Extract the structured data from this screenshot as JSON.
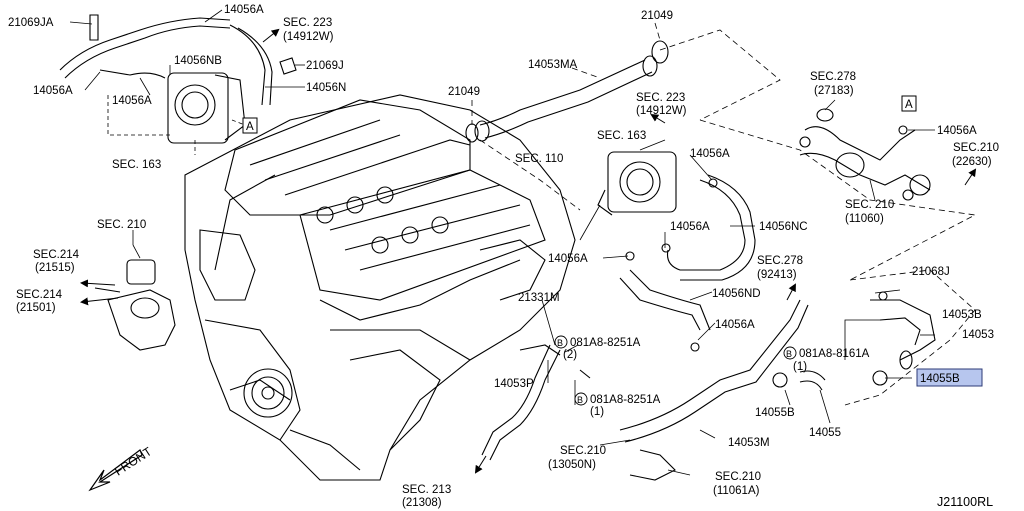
{
  "diagram_code": "J21100RL",
  "front_label": "FRONT",
  "highlighted_part": "14055B",
  "highlight_color": "#b7c6ee",
  "marker_a": "A",
  "labels": {
    "l_21069JA": "21069JA",
    "l_14056A_top": "14056A",
    "l_sec223_top": "SEC. 223",
    "l_sec223_top_sub": "(14912W)",
    "l_14056NB": "14056NB",
    "l_21069J": "21069J",
    "l_14056A_left": "14056A",
    "l_14056A_left2": "14056A",
    "l_14056N": "14056N",
    "l_sec163_left": "SEC. 163",
    "l_21049_top": "21049",
    "l_14053MA": "14053MA",
    "l_21049_mid": "21049",
    "l_sec223_mid": "SEC. 223",
    "l_sec223_mid_sub": "(14912W)",
    "l_sec163_mid": "SEC. 163",
    "l_sec110": "SEC. 110",
    "l_14056A_mid1": "14056A",
    "l_14056A_mid2": "14056A",
    "l_14056A_mid3": "14056A",
    "l_14056NC": "14056NC",
    "l_sec278_top": "SEC.278",
    "l_sec278_top_sub": "(27183)",
    "l_14056A_right": "14056A",
    "l_sec210_right": "SEC.210",
    "l_sec210_right_sub": "(22630)",
    "l_sec210_mid": "SEC. 210",
    "l_sec210_mid_sub": "(11060)",
    "l_sec210_left": "SEC. 210",
    "l_sec214_a": "SEC.214",
    "l_sec214_a_sub": "(21515)",
    "l_sec214_b": "SEC.214",
    "l_sec214_b_sub": "(21501)",
    "l_21331M": "21331M",
    "l_sec278_mid": "SEC.278",
    "l_sec278_mid_sub": "(92413)",
    "l_14056ND": "14056ND",
    "l_21068J": "21068J",
    "l_14053B": "14053B",
    "l_14053": "14053",
    "l_14056A_low": "14056A",
    "l_081A8_8251A_a": "081A8-8251A",
    "l_081A8_8251A_a_sub": "(2)",
    "l_081A8_8161A": "081A8-8161A",
    "l_081A8_8161A_sub": "(1)",
    "l_14053P": "14053P",
    "l_081A8_8251A_b": "081A8-8251A",
    "l_081A8_8251A_b_sub": "(1)",
    "l_14055B_low": "14055B",
    "l_14055": "14055",
    "l_14053M": "14053M",
    "l_sec210_low": "SEC.210",
    "l_sec210_low_sub": "(13050N)",
    "l_sec210_br": "SEC.210",
    "l_sec210_br_sub": "(11061A)",
    "l_sec213": "SEC. 213",
    "l_sec213_sub": "(21308)"
  }
}
